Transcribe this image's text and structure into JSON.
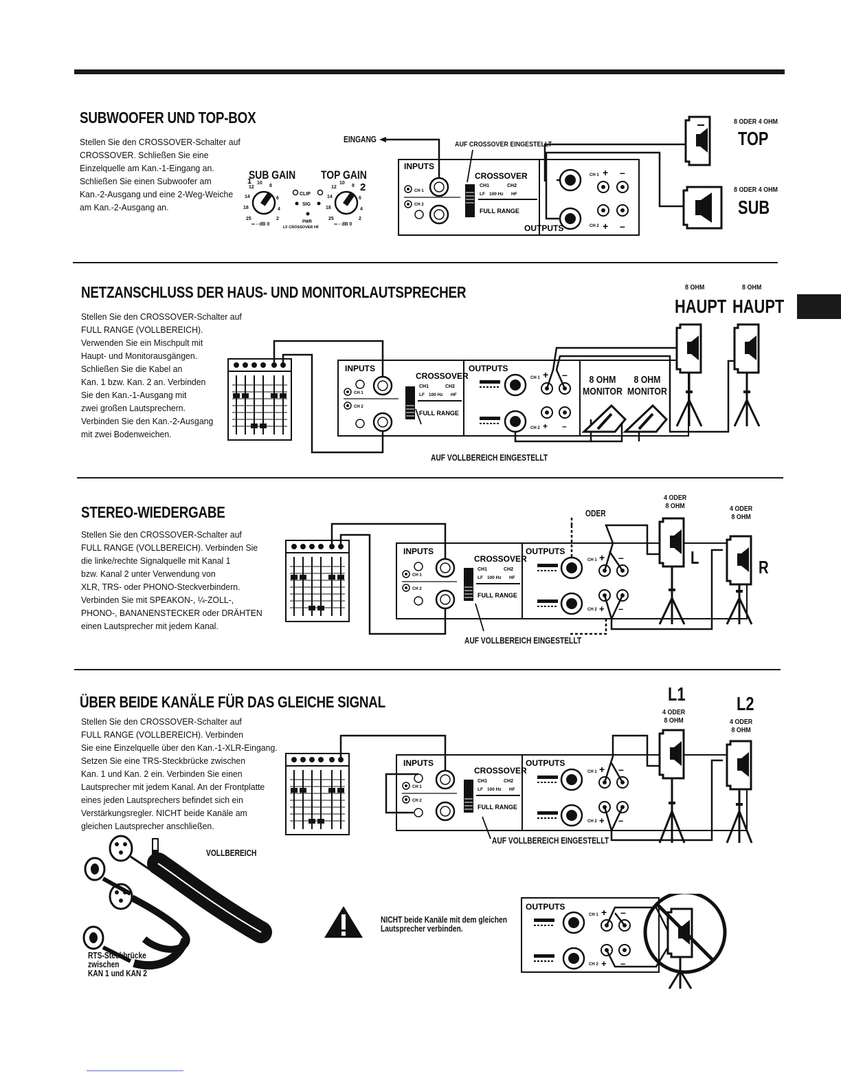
{
  "sections": [
    {
      "title": "SUBWOOFER UND TOP-BOX",
      "text": "Stellen Sie den CROSSOVER-Schalter auf\nCROSSOVER. Schließen Sie eine\nEinzelquelle am Kan.-1-Eingang an.\nSchließen Sie einen Subwoofer am\nKan.-2-Ausgang und eine 2-Weg-Weiche\nam Kan.-2-Ausgang an.",
      "labels": {
        "input": "EINGANG",
        "switch": "AUF CROSSOVER EINGESTELLT",
        "sub_gain": "SUB GAIN",
        "top_gain": "TOP GAIN",
        "top_ohm": "8 ODER 4 OHM",
        "top": "TOP",
        "sub_ohm": "8 ODER 4 OHM",
        "sub": "SUB"
      }
    },
    {
      "title": "NETZANSCHLUSS DER HAUS- UND MONITORLAUTSPRECHER",
      "text": "Stellen Sie den CROSSOVER-Schalter auf\nFULL RANGE (VOLLBEREICH).\nVerwenden Sie ein Mischpult mit\nHaupt- und Monitorausgängen.\nSchließen Sie die Kabel an\nKan. 1 bzw. Kan. 2 an. Verbinden\nSie den Kan.-1-Ausgang mit\nzwei großen Lautsprechern.\nVerbinden Sie den Kan.-2-Ausgang\nmit zwei Bodenweichen.",
      "labels": {
        "ohm1": "8 OHM",
        "ohm2": "8 OHM",
        "main1": "HAUPT",
        "main2": "HAUPT",
        "monitor1": "8 OHM\nMONITOR",
        "monitor2": "8 OHM\nMONITOR",
        "switch": "AUF VOLLBEREICH EINGESTELLT"
      }
    },
    {
      "title": "STEREO-WIEDERGABE",
      "text": "Stellen Sie den CROSSOVER-Schalter auf\nFULL RANGE (VOLLBEREICH). Verbinden Sie\ndie linke/rechte Signalquelle mit Kanal 1\nbzw. Kanal 2 unter Verwendung von\nXLR, TRS- oder PHONO-Steckverbindern.\nVerbinden Sie mit SPEAKON-, ¼-ZOLL-,\nPHONO-, BANANENSTECKER oder DRÄHTEN\neinen Lautsprecher mit jedem Kanal.",
      "labels": {
        "or": "ODER",
        "ohm_l": "4 ODER\n8 OHM",
        "ohm_r": "4 ODER\n8 OHM",
        "left": "L",
        "right": "R",
        "switch": "AUF VOLLBEREICH EINGESTELLT"
      }
    },
    {
      "title": "ÜBER BEIDE KANÄLE FÜR DAS GLEICHE SIGNAL",
      "text": "Stellen Sie den CROSSOVER-Schalter auf\nFULL RANGE (VOLLBEREICH). Verbinden\nSie eine Einzelquelle über den Kan.-1-XLR-Eingang.\nSetzen Sie eine TRS-Steckbrücke zwischen\nKan. 1 und Kan. 2 ein. Verbinden Sie einen\nLautsprecher mit jedem Kanal. An der Frontplatte\neines jeden Lautsprechers befindet sich ein\nVerstärkungsregler. NICHT beide Kanäle am\ngleichen Lautsprecher anschließen.",
      "labels": {
        "l1": "L1",
        "l2": "L2",
        "ohm_l1": "4 ODER\n8 OHM",
        "ohm_l2": "4 ODER\n8 OHM",
        "switch": "AUF VOLLBEREICH EINGESTELLT",
        "fullrange": "VOLLBEREICH",
        "jumper": "RTS-Steckbrücke\nzwischen\nKAN 1 und KAN 2",
        "warning": "NICHT beide Kanäle mit dem gleichen\nLautsprecher verbinden."
      }
    }
  ],
  "panel": {
    "inputs": "INPUTS",
    "outputs": "OUTPUTS",
    "crossover": "CROSSOVER",
    "ch1": "CH 1",
    "ch2": "CH 2",
    "ch1_short": "CH1",
    "ch2_short": "CH2",
    "hz": "100 Hz",
    "lf": "LF",
    "hf": "HF",
    "full_range": "FULL RANGE",
    "clip": "CLIP",
    "sig": "SIG",
    "pwr": "PWR",
    "lf_crossover_hf": "LF CROSSOVER HF"
  }
}
